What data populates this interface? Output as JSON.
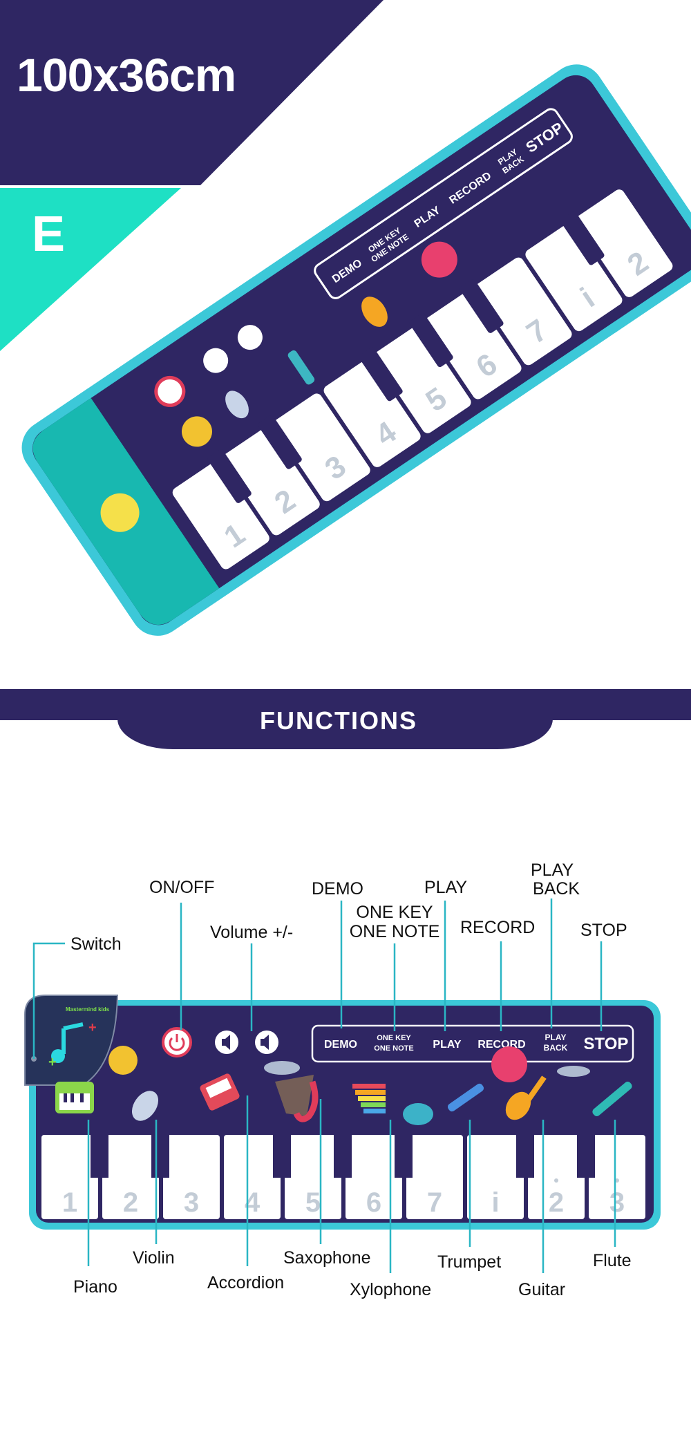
{
  "size_label": "100x36cm",
  "variant_label": "E",
  "functions_title": "FUNCTIONS",
  "brand": "Mastermind kids",
  "mat_buttons": [
    "DEMO",
    "ONE KEY",
    "ONE NOTE",
    "PLAY",
    "RECORD",
    "PLAY",
    "BACK",
    "STOP"
  ],
  "keys": [
    "1",
    "2",
    "3",
    "4",
    "5",
    "6",
    "7",
    "i",
    "2",
    "3"
  ],
  "callouts": {
    "switch": "Switch",
    "on_off": "ON/OFF",
    "volume": "Volume +/-",
    "demo": "DEMO",
    "one_key_line1": "ONE KEY",
    "one_key_line2": "ONE NOTE",
    "play": "PLAY",
    "play_back_line1": "PLAY",
    "play_back_line2": "BACK",
    "record": "RECORD",
    "stop": "STOP",
    "piano": "Piano",
    "violin": "Violin",
    "accordion": "Accordion",
    "saxophone": "Saxophone",
    "xylophone": "Xylophone",
    "trumpet": "Trumpet",
    "guitar": "Guitar",
    "flute": "Flute"
  },
  "colors": {
    "mat": "#2f2663",
    "border": "#3cc8d8",
    "accent": "#1ee0c4",
    "key": "#ffffff",
    "key_number": "#c3ccd6",
    "callout_line": "#2ab6c4"
  }
}
